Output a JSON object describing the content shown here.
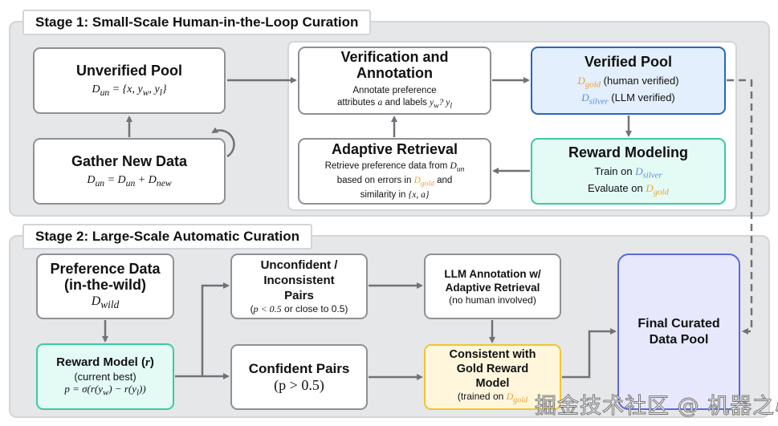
{
  "stage1": {
    "title": "Stage 1: Small-Scale Human-in-the-Loop Curation",
    "unverified_pool": {
      "title": "Unverified Pool",
      "formula": "Dᵤₙ = {x, y_w, y_l}",
      "formula_parts": [
        "D",
        "un",
        " = {x, y",
        "w",
        ", y",
        "l",
        "}"
      ]
    },
    "gather_new_data": {
      "title": "Gather New Data",
      "formula_parts": [
        "D",
        "un",
        " = D",
        "un",
        " + D",
        "new"
      ]
    },
    "verification": {
      "title_line1": "Verification and",
      "title_line2": "Annotation",
      "desc_line1": "Annotate preference",
      "desc_line2_a": "attributes ",
      "desc_line2_var": "a",
      "desc_line2_b": " and labels ",
      "desc_line2_labels": "y",
      "desc_line2_sub1": "w",
      "desc_line2_q": "? y",
      "desc_line2_sub2": "l"
    },
    "verified_pool": {
      "title": "Verified Pool",
      "gold_var": "D",
      "gold_sub": "gold",
      "gold_desc": " (human verified)",
      "silver_var": "D",
      "silver_sub": "silver",
      "silver_desc": " (LLM verified)"
    },
    "adaptive_retrieval": {
      "title": "Adaptive Retrieval",
      "line1": "Retrieve preference data from ",
      "line1_var": "D",
      "line1_sub": "un",
      "line2_a": "based on errors in ",
      "line2_var": "D",
      "line2_sub": "gold",
      "line2_b": " and",
      "line3_a": "similarity in ",
      "line3_math": "{x, a}"
    },
    "reward_modeling": {
      "title": "Reward Modeling",
      "train_label": "Train on ",
      "train_sub": "silver",
      "eval_label": "Evaluate on ",
      "eval_sub": "gold",
      "var": "D"
    }
  },
  "stage2": {
    "title": "Stage 2: Large-Scale Automatic Curation",
    "preference_data": {
      "title_line1": "Preference Data",
      "title_line2": "(in-the-wild)",
      "var": "D",
      "sub": "wild"
    },
    "reward_model": {
      "title": "Reward Model (",
      "title_var": "r",
      "title_close": ")",
      "subtitle": "(current best)",
      "formula": "p = σ(r(y",
      "formula_sub1": "w",
      "formula_mid": ") − r(y",
      "formula_sub2": "l",
      "formula_end": "))"
    },
    "unconfident": {
      "title_line1": "Unconfident /",
      "title_line2": "Inconsistent",
      "title_line3": "Pairs",
      "cond_open": "(",
      "cond_math": "p < 0.5",
      "cond_rest": " or close to 0.5)"
    },
    "llm_annotation": {
      "title_line1": "LLM Annotation w/",
      "title_line2": "Adaptive Retrieval",
      "subtitle": "(no human involved)"
    },
    "confident": {
      "title": "Confident Pairs",
      "cond": "(p > 0.5)"
    },
    "consistent": {
      "title_line1": "Consistent with",
      "title_line2": "Gold Reward",
      "title_line3": "Model",
      "sub_a": "(trained on ",
      "sub_var": "D",
      "sub_sub": "gold"
    },
    "final_pool": {
      "title_line1": "Final Curated",
      "title_line2": "Data Pool"
    }
  },
  "watermark": "掘金技术社区 @ 机器之心",
  "colors": {
    "gold": "#f0a030",
    "silver": "#5b8fd6",
    "verified_border": "#2a66bd",
    "reward_border": "#3cc9a3",
    "consistent_border": "#f3c330",
    "final_border": "#5a68e0",
    "arrow": "#707276"
  }
}
